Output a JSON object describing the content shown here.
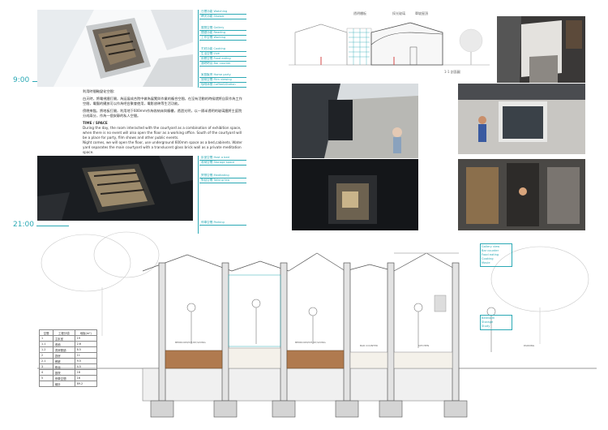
{
  "times": {
    "morning": "9:00",
    "night": "21:00"
  },
  "morning_callouts": [
    "日間功能 Watching",
    "晴天功能 Shower",
    "展覽空間 Gallery",
    "閱讀功能 Reading",
    "工作空間 Working",
    "烹飪功能 Cooking",
    "生活空間 Live",
    "用餐空間 Food eating",
    "酒吧吧台 Bar counter",
    "家庭聚會 Home party",
    "放映空間 Film viewing",
    "咖啡休憩 Coffee&Station"
  ],
  "night_callouts_top": [
    "臥室空間 Host a bed",
    "收納空間 Storage space"
  ],
  "night_callouts_bottom": [
    "冥想空間 Meditating",
    "對話空間 Talking tea"
  ],
  "night_callouts_last": [
    "停車空間 Parking"
  ],
  "section_top": {
    "labels": [
      "透明樓板",
      "採光玻璃",
      "單坡屋頂"
    ],
    "caption": "1-1 剖面圖"
  },
  "text": {
    "cn_1": "利用時間軸變化空間：",
    "cn_2": "白天時，將電視牆打開，為延展成合院中做為展覽與作業的複合空間，在沒有活動的時候就將自家作為工作空間，電腦的擺放可以作為吧台聚會使用，電影放映等生活功能。",
    "cn_3": "傍晚來臨，將地板打開，利用地下600mm作為收納床與櫥櫃，透過光明，以一隔半透明的玻璃牆將主庭院分成兩分，作為一個安靜的私人空間。",
    "en_head": "TIME / SPACE",
    "en_1": "During the day, the room interacted with the courtyard as a combination of exhibition space, when there is no event will also open the floor as a working office. South of the courtyard will be a place for party, film shows and other public events.",
    "en_2": "Night comes, we will open the floor, use underground 600mm space as a bed,cabinets. Water yard separates the main courtyard with a translucent glass brick wall as a private meditation space."
  },
  "section_labels": {
    "room1": "BEDROOM/STUDY/LIVING",
    "room2": "BEDROOM/STUDY/LIVING",
    "room3": "BAR COUNTER",
    "room4": "KITCHEN",
    "outside": "PARKING"
  },
  "section_right_callouts": [
    "Gallery view",
    "Bar counter",
    "Food eating",
    "Cooking",
    "Movie"
  ],
  "section_right_callouts_2": [
    "Bedroom",
    "Storage",
    "Study"
  ],
  "legend": {
    "headers": [
      "空間",
      "工程分項",
      "地板(m²)"
    ],
    "rows": [
      [
        "1",
        "主臥室",
        "19"
      ],
      [
        "1.1",
        "收納",
        "2.6"
      ],
      [
        "1.2",
        "書房閱讀",
        "8.5"
      ],
      [
        "2",
        "廚房",
        "11"
      ],
      [
        "2.1",
        "餐廳",
        "9.5"
      ],
      [
        "3",
        "衛浴",
        "4.5"
      ],
      [
        "4",
        "庭院",
        "18"
      ],
      [
        "5",
        "停車空間",
        "16"
      ],
      [
        "",
        "總計",
        "89.2"
      ]
    ]
  }
}
